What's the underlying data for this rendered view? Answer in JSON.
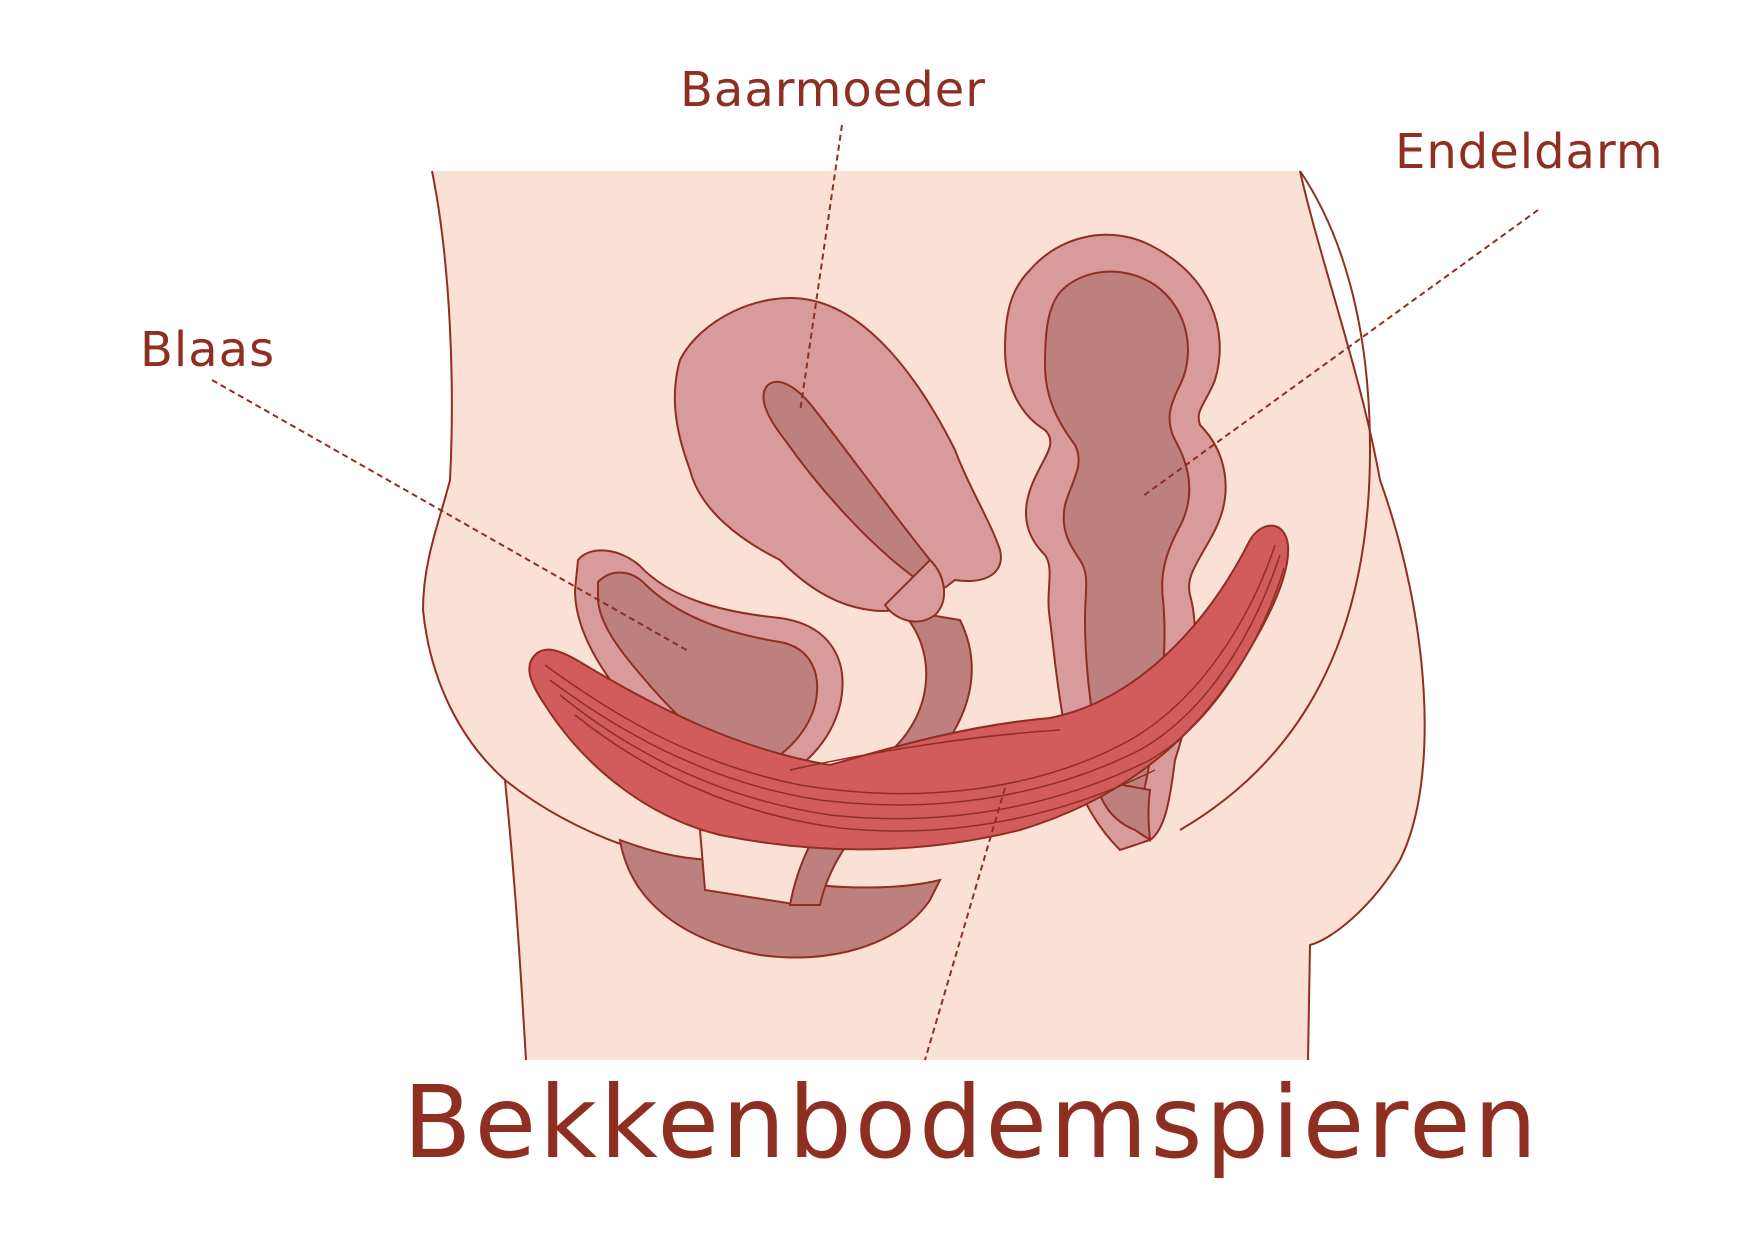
{
  "labels": {
    "uterus": "Baarmoeder",
    "rectum": "Endeldarm",
    "bladder": "Blaas",
    "pelvic_floor": "Bekkenbodemspieren"
  },
  "colors": {
    "text": "#8f2f22",
    "outline": "#8f2f22",
    "skin": "#fbe0d5",
    "organ_outer": "#d99a9b",
    "organ_inner": "#bd807e",
    "muscle": "#d25c5c"
  }
}
